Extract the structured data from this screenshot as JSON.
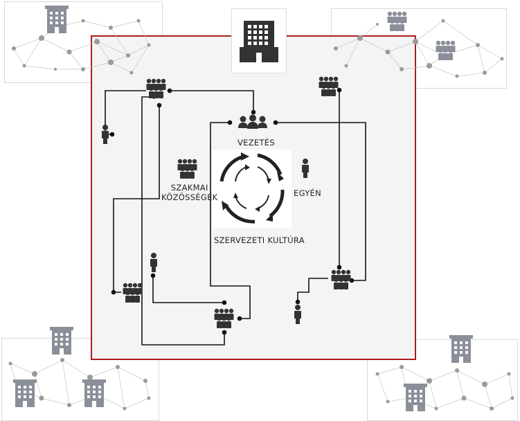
{
  "labels": {
    "leadership": "VEZETÉS",
    "professional_communities": "SZAKMAI\nKÖZÖSSÉGEK",
    "individual": "EGYÉN",
    "organizational_culture": "SZERVEZETI KULTÚRA"
  },
  "colors": {
    "frame_border": "#b01c1c",
    "frame_fill": "#f2f5f4",
    "icon_dark": "#333333",
    "icon_grey": "#8a8f99",
    "network_node": "#9a9a9a",
    "network_line": "#c4c4c4"
  },
  "icons": [
    "building-icon",
    "group-icon",
    "person-icon",
    "cycle-arrows-icon",
    "network-graph"
  ]
}
